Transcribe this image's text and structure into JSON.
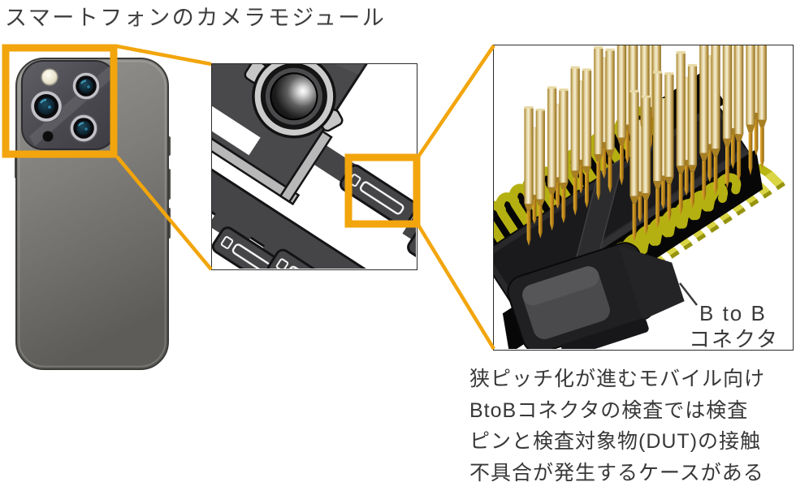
{
  "title": "スマートフォンのカメラモジュール",
  "connector_label": {
    "line1": "B to B",
    "line2": "コネクタ"
  },
  "caption": {
    "line1": "狭ピッチ化が進むモバイル向け",
    "line2": "BtoBコネクタの検査では検査",
    "line3": "ピンと検査対象物(DUT)の接触",
    "line4": "不具合が発生するケースがある"
  },
  "colors": {
    "accent_orange": "#F2A50C",
    "contact_olive": "#b4b011",
    "lead_yellow": "#d9d545",
    "pin_gold_light": "#f6efd4",
    "pin_gold_dark": "#8f6d1f",
    "mold_dark": "#28282a",
    "text_dark": "#3a3a3a"
  }
}
